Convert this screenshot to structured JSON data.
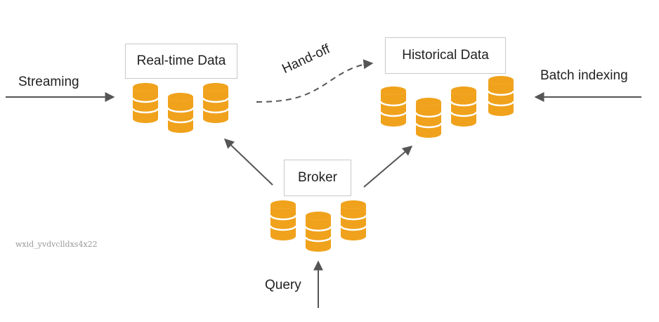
{
  "nodes": {
    "realtime": {
      "title": "Real-time Data"
    },
    "historical": {
      "title": "Historical Data"
    },
    "broker": {
      "title": "Broker"
    }
  },
  "edges": {
    "streaming": "Streaming",
    "batch": "Batch indexing",
    "handoff": "Hand-off",
    "query": "Query"
  },
  "watermark": "wxid_yvdvclldxs4x22",
  "colors": {
    "cylinder": "#f0a21c",
    "cylinder_band": "#ffffff",
    "arrow": "#555555",
    "box_border": "#c9c9c9"
  }
}
